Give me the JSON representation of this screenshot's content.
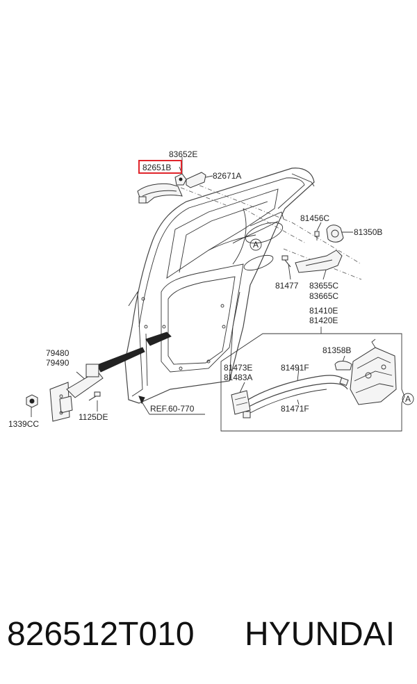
{
  "callouts": {
    "p83652E": "83652E",
    "p82651B": "82651B",
    "p82671A": "82671A",
    "p81456C": "81456C",
    "p81350B": "81350B",
    "p81477": "81477",
    "p83655C": "83655C",
    "p83665C": "83665C",
    "p81410E": "81410E",
    "p81420E": "81420E",
    "p79480": "79480",
    "p79490": "79490",
    "p81358B": "81358B",
    "p81473E": "81473E",
    "p81483A": "81483A",
    "p81491F": "81491F",
    "p81471F": "81471F",
    "p1125DE": "1125DE",
    "p1339CC": "1339CC",
    "ref": "REF.60-770",
    "markerA1": "A",
    "markerA2": "A"
  },
  "highlight": {
    "color": "#e0242a"
  },
  "footer": {
    "part_number": "826512T010",
    "brand": "HYUNDAI"
  }
}
